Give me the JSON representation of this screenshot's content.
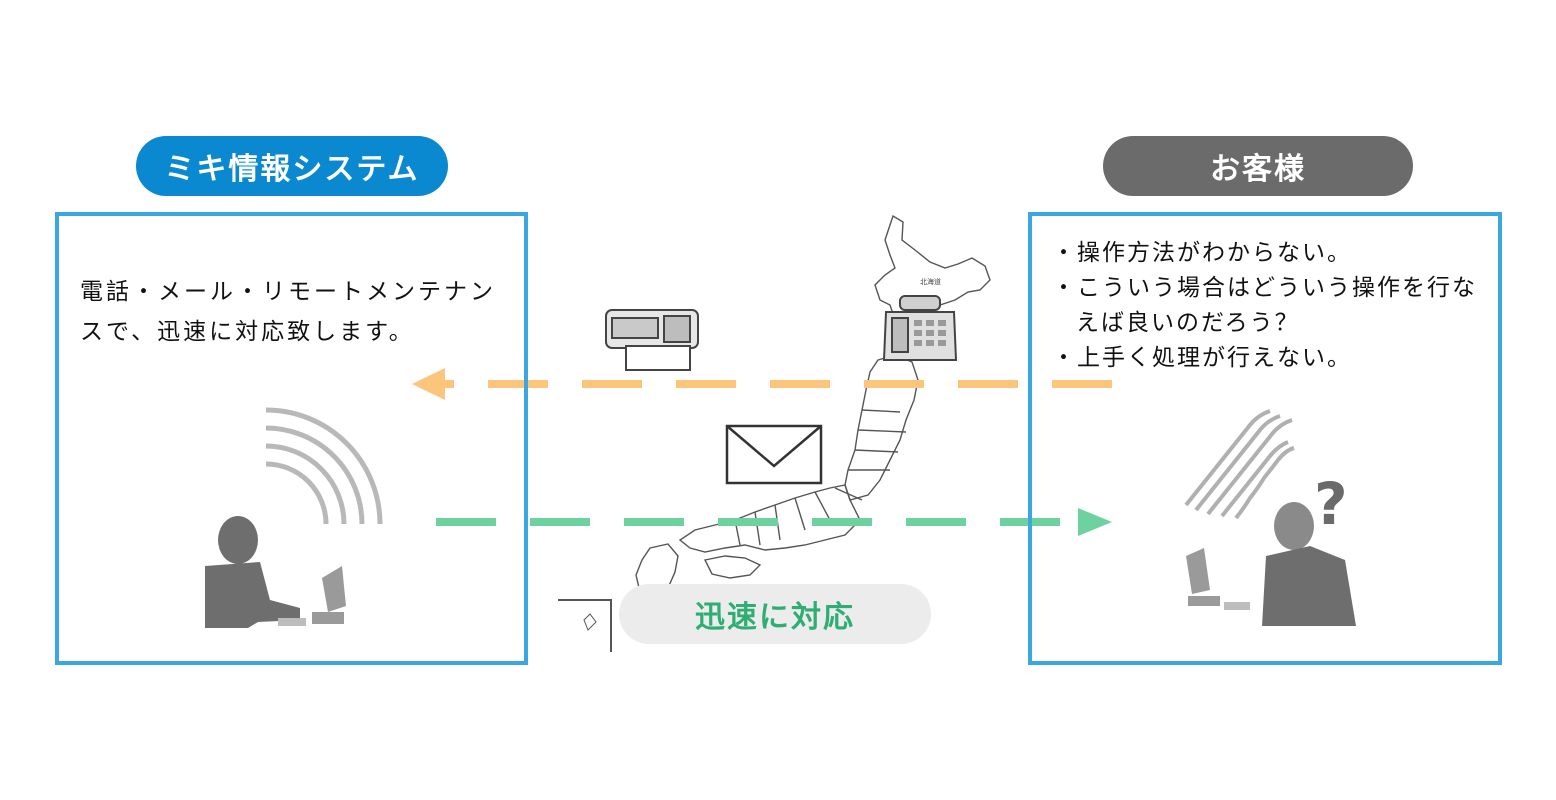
{
  "left_party": {
    "label": "ミキ情報システム",
    "color": "#0a88d0"
  },
  "right_party": {
    "label": "お客様",
    "color": "#6b6b6b"
  },
  "left_panel": {
    "description": "電話・メール・リモートメンテナンスで、迅速に対応致します。"
  },
  "right_panel": {
    "concerns": [
      "操作方法がわからない。",
      "こういう場合はどういう操作を行なえば良いのだろう？",
      "上手く処理が行えない。"
    ]
  },
  "badge": {
    "label": "迅速に対応",
    "color": "#2eae72"
  },
  "arrows": {
    "inquiry": {
      "direction": "right-to-left",
      "color": "#fdc57c"
    },
    "response": {
      "direction": "left-to-right",
      "color": "#6ed1a0"
    }
  },
  "map": {
    "region_label": "北海道"
  },
  "icons": [
    "fax-machine-icon",
    "telephone-icon",
    "envelope-icon",
    "operator-icon",
    "worried-customer-icon",
    "monitor-icon",
    "signal-waves-icon"
  ],
  "panel_border_color": "#3ba7e0"
}
